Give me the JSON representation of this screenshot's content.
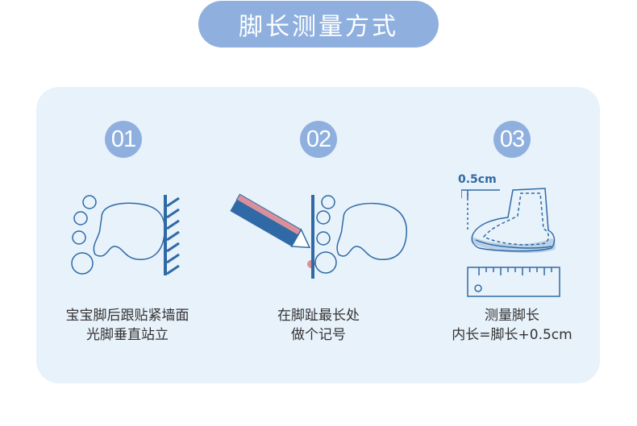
{
  "title": "脚长测量方式",
  "steps": [
    {
      "number": "01",
      "lines": [
        "宝宝脚后跟贴紧墙面",
        "光脚垂直站立"
      ]
    },
    {
      "number": "02",
      "lines": [
        "在脚趾最长处",
        "做个记号"
      ]
    },
    {
      "number": "03",
      "lines": [
        "测量脚长",
        "内长=脚长+0.5cm"
      ],
      "annotation": "0.5cm"
    }
  ],
  "colors": {
    "accent": "#8fb0de",
    "line": "#2f6aa6",
    "panel": "#e8f2fb",
    "pencil_tip": "#d9909a"
  }
}
